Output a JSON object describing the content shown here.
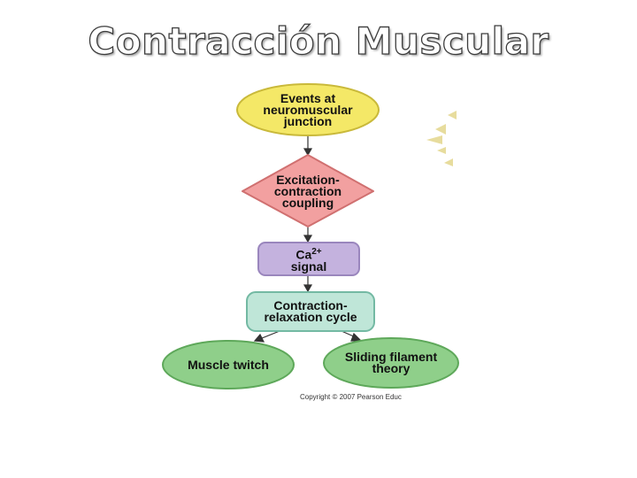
{
  "title": "Contracción Muscular",
  "diagram": {
    "nodes": {
      "events": "Events at neuromuscular junction",
      "excitation": "Excitation-contraction coupling",
      "calcium_main": "Ca",
      "calcium_sup": "2+",
      "calcium_rest": "signal",
      "cycle": "Contraction-relaxation cycle",
      "twitch": "Muscle twitch",
      "sliding": "Sliding filament theory"
    },
    "copyright": "Copyright © 2007 Pearson Educ",
    "colors": {
      "events": "#f4e867",
      "excitation": "#f2a0a0",
      "calcium": "#c4b2de",
      "cycle": "#bfe6d8",
      "twitch": "#8fcf8a",
      "sliding": "#8fcf8a"
    }
  }
}
